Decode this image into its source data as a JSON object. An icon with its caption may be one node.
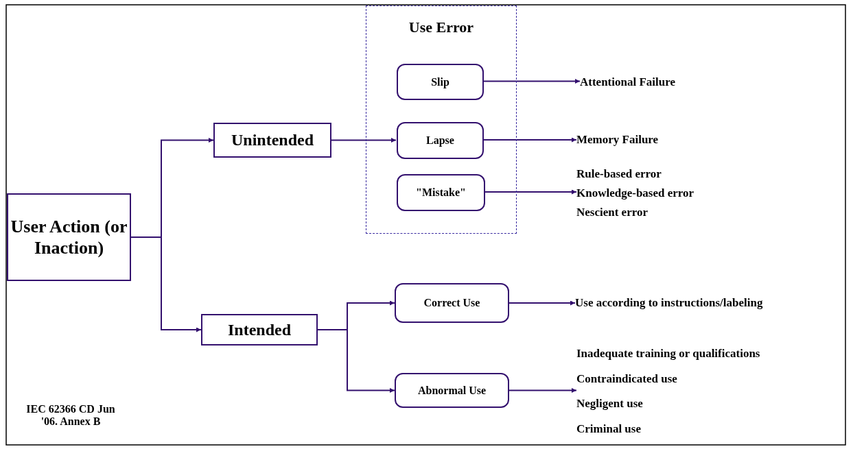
{
  "diagram": {
    "nodes": [
      {
        "text": [
          "User Action (or Inaction)"
        ]
      },
      {
        "text": [
          "Unintended"
        ]
      },
      {
        "text": [
          "Intended"
        ]
      },
      {
        "text": [
          "Use Error"
        ]
      },
      {
        "text": [
          "Slip"
        ],
        "in": 3
      },
      {
        "text": [
          "Lapse"
        ],
        "in": 3
      },
      {
        "text": [
          "\"Mistake\""
        ],
        "in": 3
      },
      {
        "text": [
          "Correct Use"
        ]
      },
      {
        "text": [
          "Abnormal Use"
        ]
      },
      {
        "text": [
          "Attentional Failure"
        ]
      },
      {
        "text": [
          "Memory Failure"
        ]
      },
      {
        "text": [
          "Rule-based error",
          "Knowledge-based error",
          "Nescient error"
        ]
      },
      {
        "text": [
          "Use according to instructions/labeling"
        ]
      },
      {
        "text": [
          "Inadequate training or qualifications",
          "Contraindicated use",
          "Negligent use",
          "Criminal use"
        ]
      }
    ],
    "edges": [
      {
        "from": 0,
        "to": 1,
        "arrow": "to"
      },
      {
        "from": 0,
        "to": 2,
        "arrow": "to"
      },
      {
        "from": 1,
        "to": 5,
        "arrow": "to"
      },
      {
        "from": 4,
        "to": 9,
        "arrow": "to"
      },
      {
        "from": 5,
        "to": 10,
        "arrow": "to"
      },
      {
        "from": 6,
        "to": 11,
        "arrow": "to"
      },
      {
        "from": 2,
        "to": 7,
        "arrow": "to"
      },
      {
        "from": 2,
        "to": 8,
        "arrow": "to"
      },
      {
        "from": 7,
        "to": 12,
        "arrow": "to"
      },
      {
        "from": 8,
        "to": 13,
        "arrow": "to"
      }
    ],
    "labels": [
      "IEC 62366 CD Jun '06. Annex B"
    ]
  }
}
